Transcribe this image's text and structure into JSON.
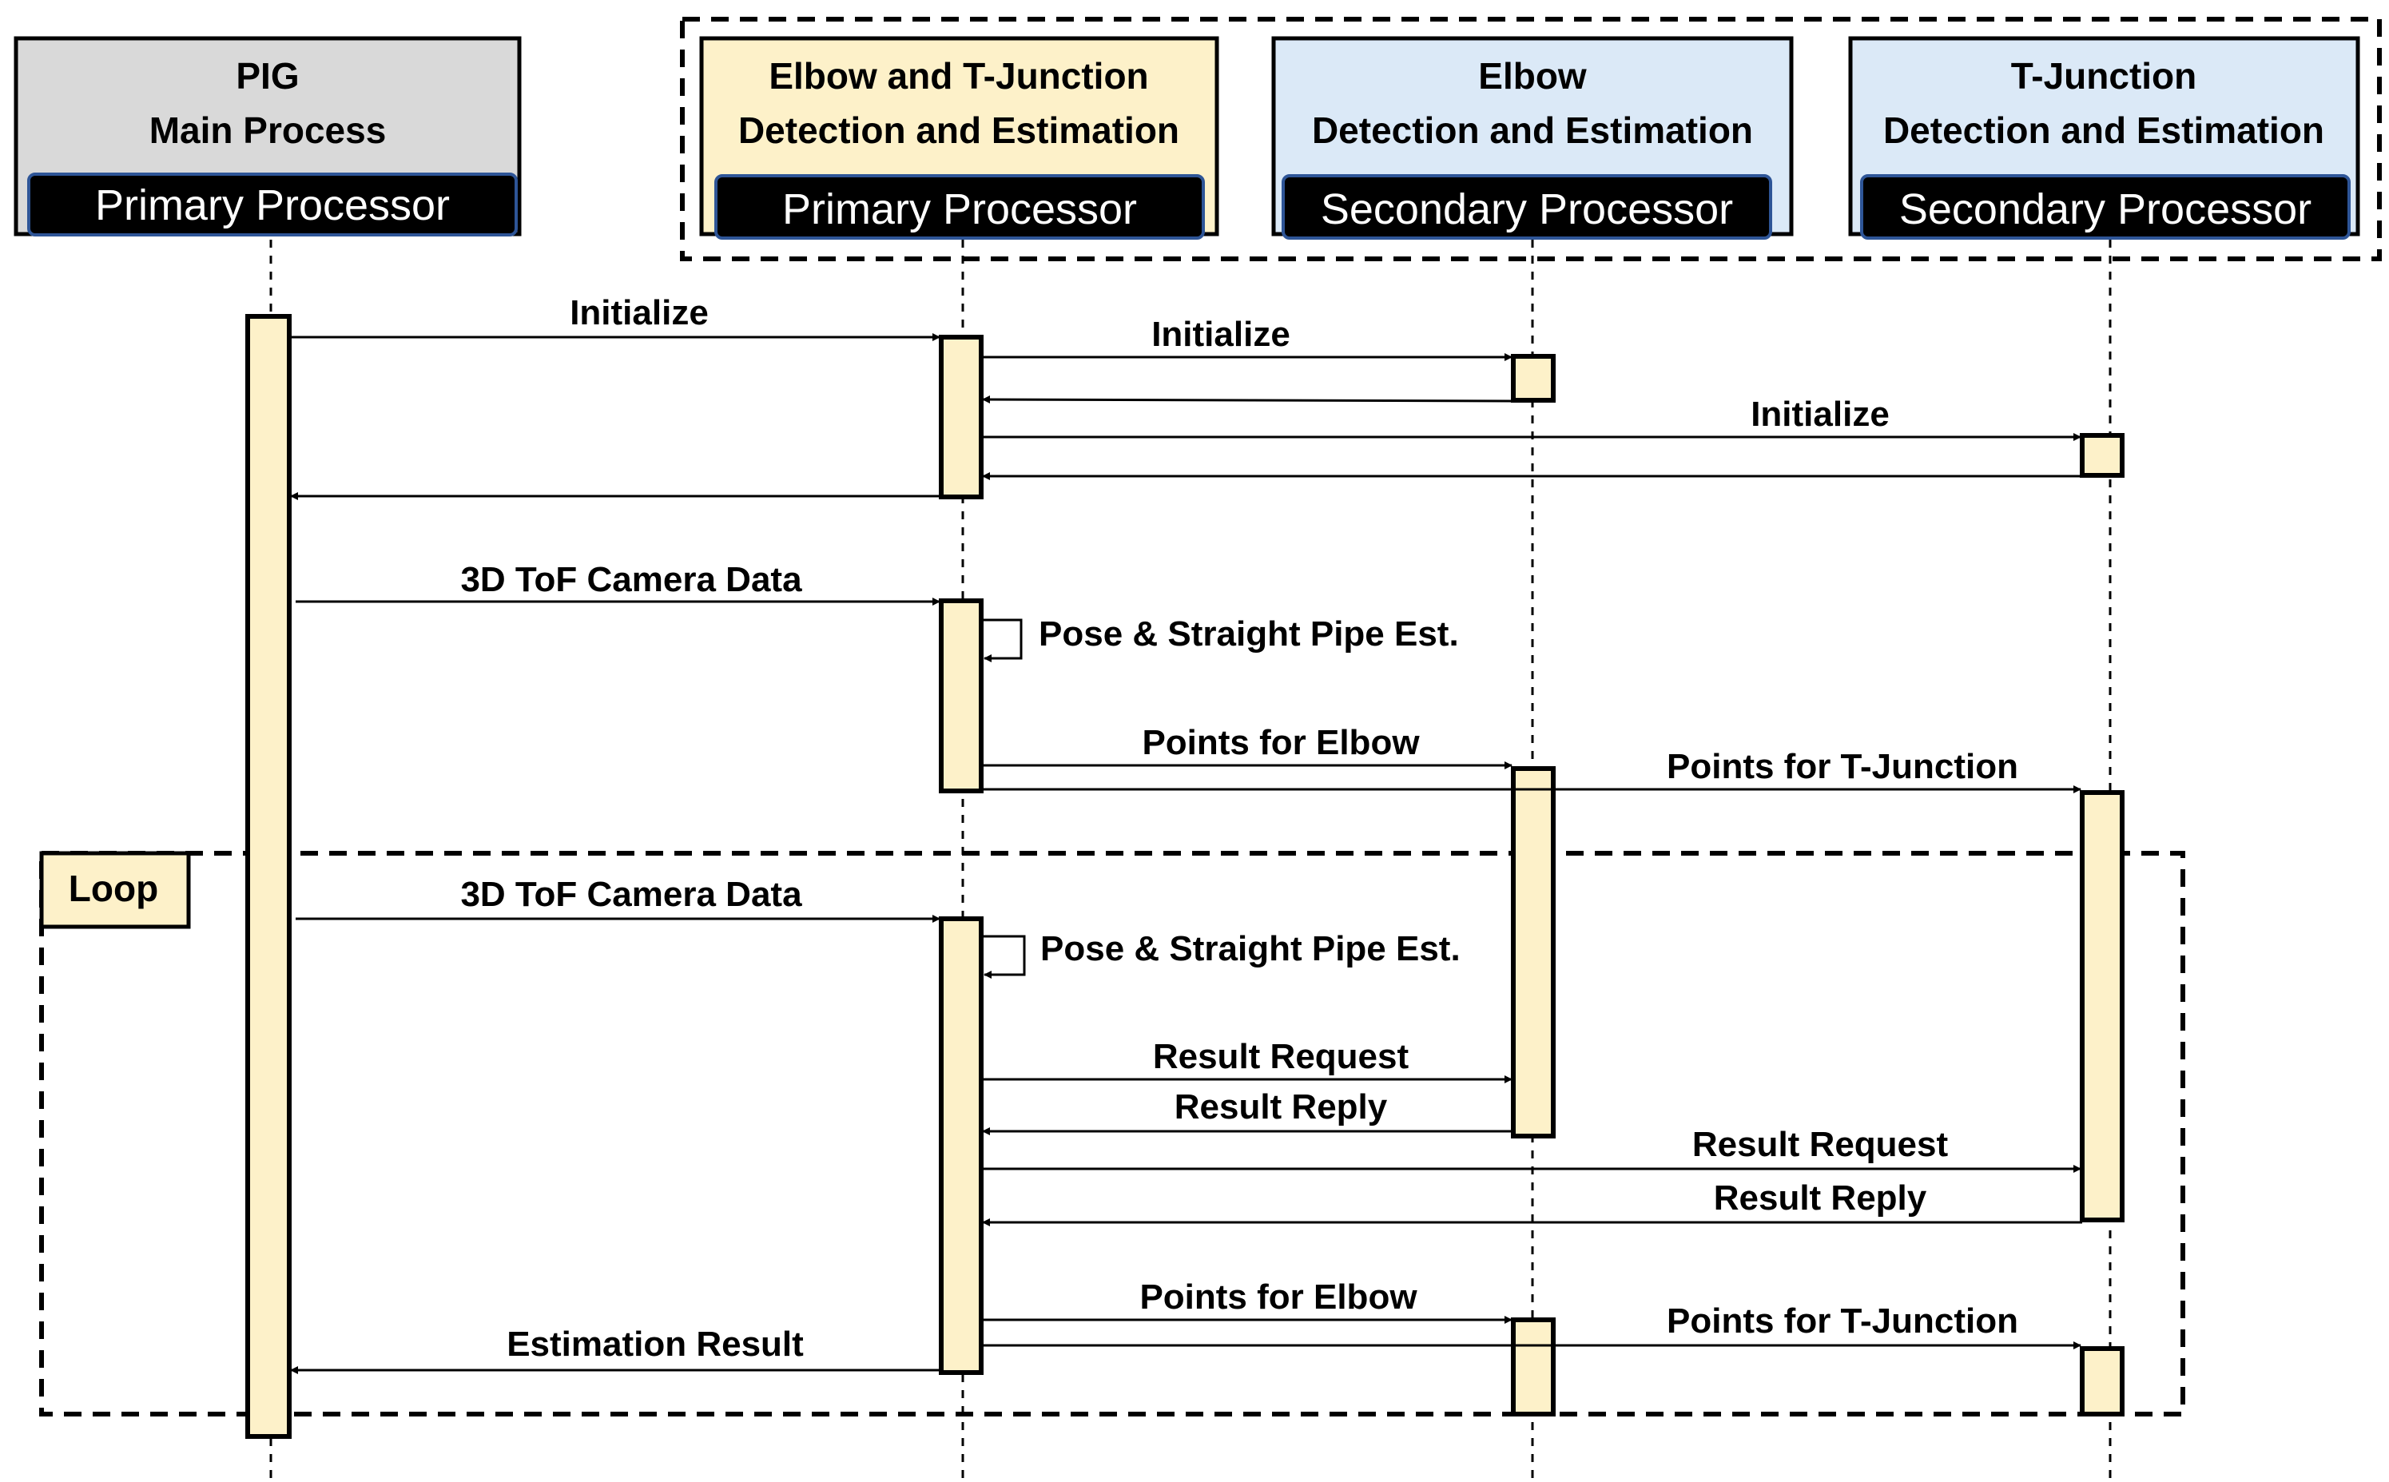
{
  "colors": {
    "header_gray": "#d9d9d9",
    "header_yellow": "#fdf1c9",
    "header_blue": "#dbe9f7",
    "processor_bar": "#000000",
    "processor_border": "#2e5597",
    "activation": "#fdf1c9",
    "loop_tag": "#fdf1c9"
  },
  "participants": [
    {
      "id": "pig",
      "line1": "PIG",
      "line2": "Main Process",
      "processor": "Primary Processor",
      "fill": "gray"
    },
    {
      "id": "combo",
      "line1": "Elbow and T-Junction",
      "line2": "Detection and Estimation",
      "processor": "Primary Processor",
      "fill": "yellow"
    },
    {
      "id": "elbow",
      "line1": "Elbow",
      "line2": "Detection and Estimation",
      "processor": "Secondary Processor",
      "fill": "blue"
    },
    {
      "id": "tjunc",
      "line1": "T-Junction",
      "line2": "Detection and Estimation",
      "processor": "Secondary Processor",
      "fill": "blue"
    }
  ],
  "loop_label": "Loop",
  "messages": [
    {
      "id": "m1",
      "label": "Initialize"
    },
    {
      "id": "m2",
      "label": "Initialize"
    },
    {
      "id": "m3",
      "label": ""
    },
    {
      "id": "m4",
      "label": "Initialize"
    },
    {
      "id": "m5",
      "label": ""
    },
    {
      "id": "m6",
      "label": ""
    },
    {
      "id": "m7",
      "label": "3D ToF Camera Data"
    },
    {
      "id": "m8",
      "label": "Pose & Straight Pipe Est."
    },
    {
      "id": "m9",
      "label": "Points for Elbow"
    },
    {
      "id": "m10",
      "label": "Points for T-Junction"
    },
    {
      "id": "m11",
      "label": "3D ToF Camera Data"
    },
    {
      "id": "m12",
      "label": "Pose & Straight Pipe Est."
    },
    {
      "id": "m13",
      "label": "Result Request"
    },
    {
      "id": "m14",
      "label": "Result Reply"
    },
    {
      "id": "m15",
      "label": "Result Request"
    },
    {
      "id": "m16",
      "label": "Result Reply"
    },
    {
      "id": "m17",
      "label": "Points for Elbow"
    },
    {
      "id": "m18",
      "label": "Points for T-Junction"
    },
    {
      "id": "m19",
      "label": "Estimation Result"
    }
  ]
}
